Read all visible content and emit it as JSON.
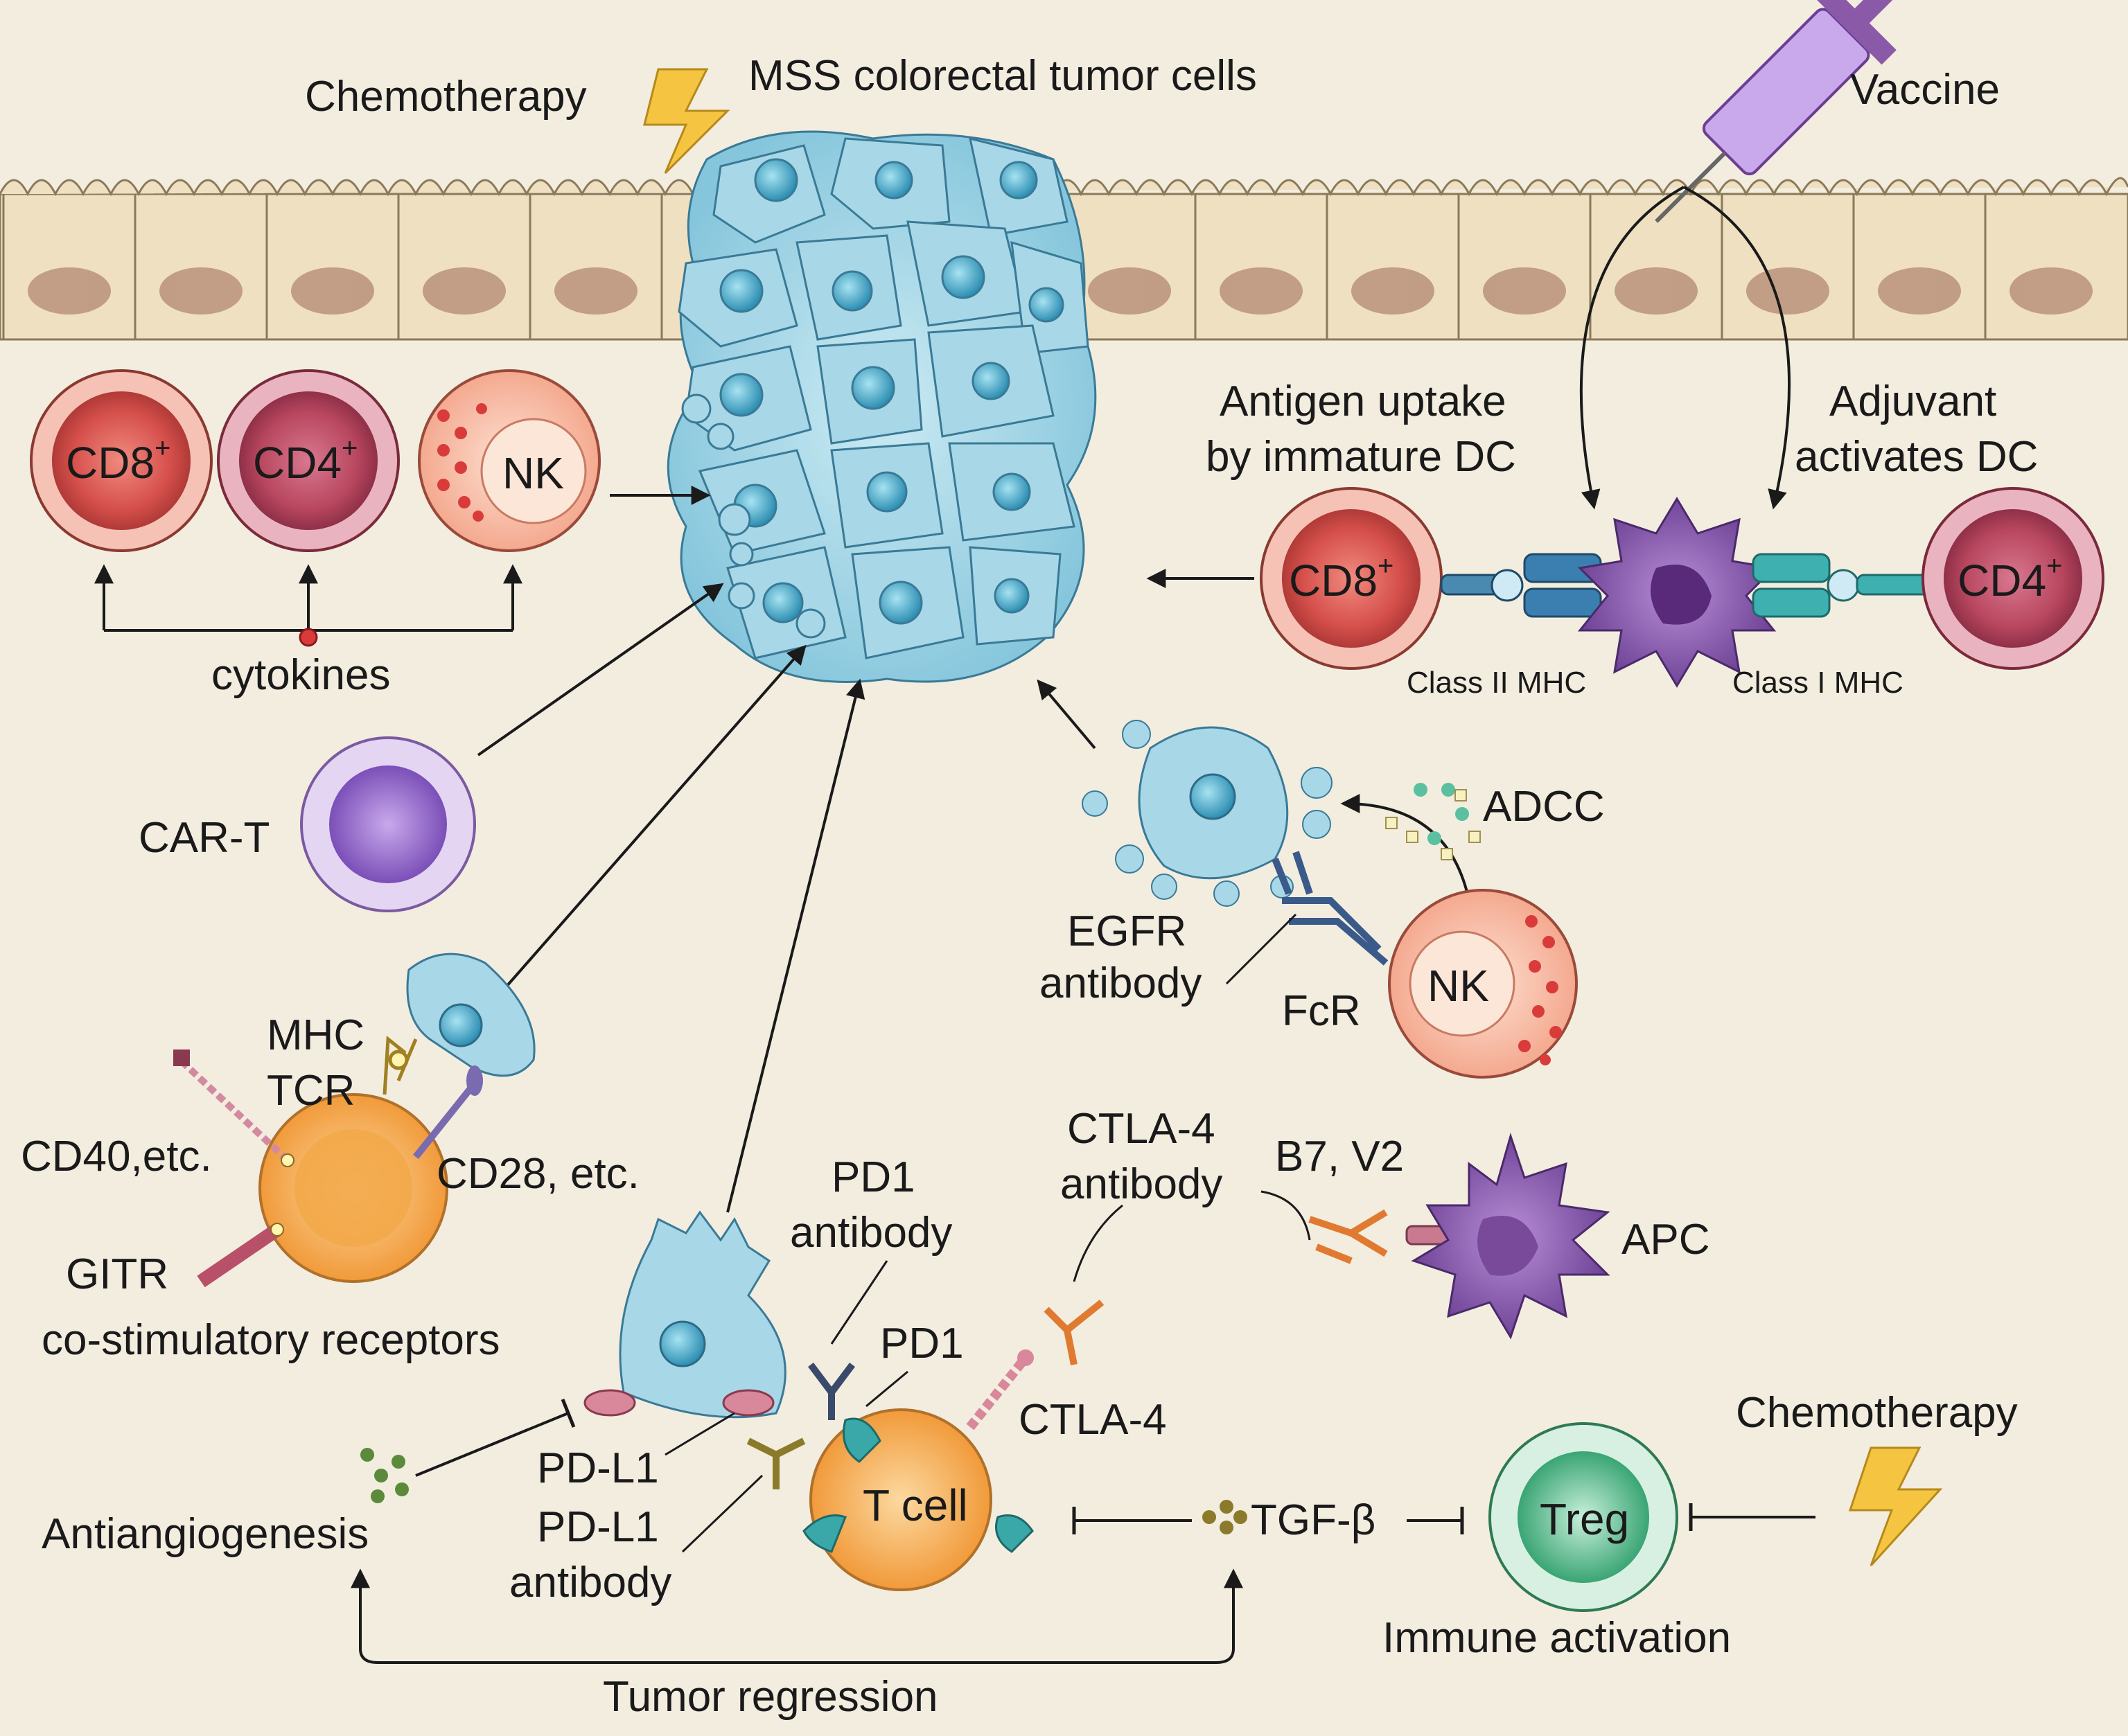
{
  "labels": {
    "chemo_top": "Chemotherapy",
    "tumor_title": "MSS colorectal tumor cells",
    "vaccine": "Vaccine",
    "antigen_uptake_1": "Antigen uptake",
    "antigen_uptake_2": "by immature DC",
    "adjuvant_1": "Adjuvant",
    "adjuvant_2": "activates DC",
    "class2": "Class II MHC",
    "class1": "Class I MHC",
    "cytokines": "cytokines",
    "car_t": "CAR-T",
    "adcc": "ADCC",
    "egfr_1": "EGFR",
    "egfr_2": "antibody",
    "fcr": "FcR",
    "mhc": "MHC",
    "tcr": "TCR",
    "cd40": "CD40,etc.",
    "cd28": "CD28, etc.",
    "gitr": "GITR",
    "costim": "co-stimulatory receptors",
    "pd1_ab_1": "PD1",
    "pd1_ab_2": "antibody",
    "pd1": "PD1",
    "ctla4_ab_1": "CTLA-4",
    "ctla4_ab_2": "antibody",
    "b7": "B7, V2",
    "apc": "APC",
    "ctla4": "CTLA-4",
    "pdl1": "PD-L1",
    "pdl1_ab_1": "PD-L1",
    "pdl1_ab_2": "antibody",
    "antiangio": "Antiangiogenesis",
    "tgfb": "TGF-β",
    "chemo_right": "Chemotherapy",
    "immune_activation": "Immune activation",
    "tumor_regression": "Tumor regression"
  },
  "cells": {
    "cd8_left": "CD8",
    "cd4_left": "CD4",
    "nk_top": "NK",
    "cd8_right": "CD8",
    "cd4_right": "CD4",
    "nk_bottom": "NK",
    "tcell": "T cell",
    "treg": "Treg",
    "sup_plus": "+"
  },
  "colors": {
    "background": "#f3ede0",
    "epithelium": "#efe0c2",
    "tumor_cell": "#a8d8e8",
    "cd8": "#d9524f",
    "cd4": "#b8475f",
    "nk": "#f2b39c",
    "dc": "#8a5aa8",
    "car_t": "#9b7cc4",
    "tcell": "#f3a94a",
    "treg": "#4fb889",
    "lightning": "#f5c542"
  }
}
